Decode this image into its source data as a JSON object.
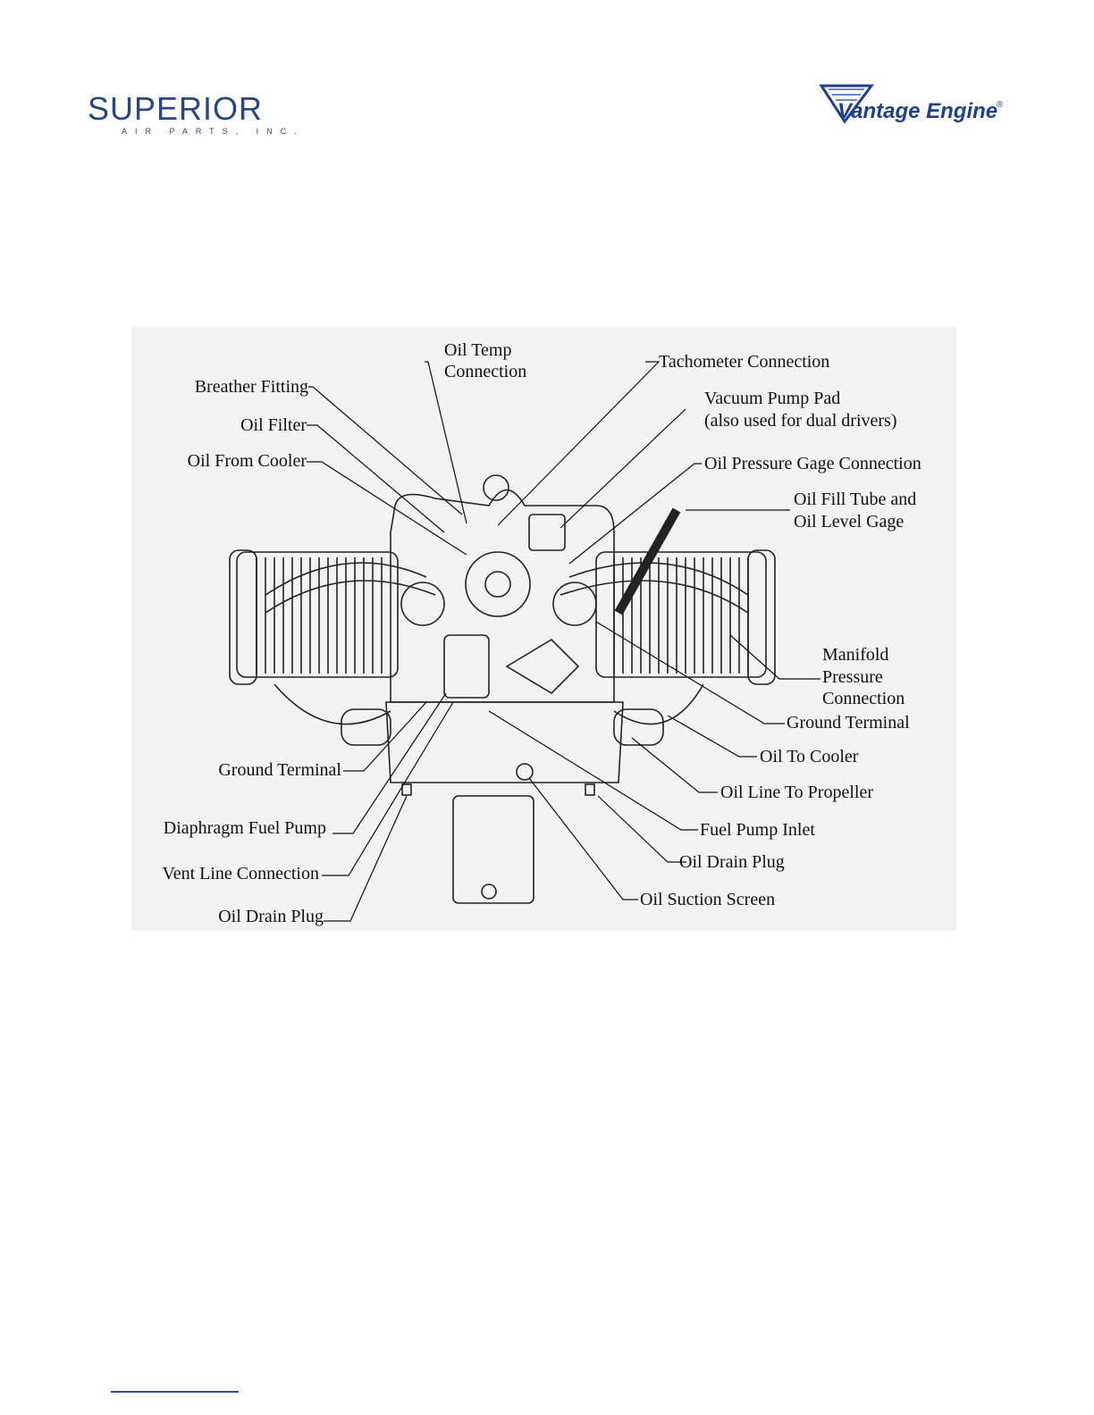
{
  "header": {
    "left_logo": {
      "wordmark": "SUPERIOR",
      "tagline": "AIR PARTS, INC.",
      "color": "#27468a"
    },
    "right_logo": {
      "wordmark": "Vantage Engine",
      "mark": "®",
      "color": "#1f3f8f"
    }
  },
  "figure": {
    "background": "#f2f2f2",
    "labels": {
      "oil_temp_1": "Oil Temp",
      "oil_temp_2": "Connection",
      "tachometer": "Tachometer Connection",
      "breather": "Breather Fitting",
      "vacuum_1": "Vacuum Pump Pad",
      "vacuum_2": "(also used for dual drivers)",
      "oil_filter": "Oil Filter",
      "oil_from_cooler": "Oil From Cooler",
      "oil_pressure": "Oil Pressure Gage Connection",
      "oil_fill_1": "Oil Fill Tube and",
      "oil_fill_2": "Oil Level Gage",
      "manifold_1": "Manifold",
      "manifold_2": "Pressure",
      "manifold_3": "Connection",
      "ground_terminal_right": "Ground Terminal",
      "oil_to_cooler": "Oil To Cooler",
      "ground_terminal_left": "Ground Terminal",
      "oil_line_propeller": "Oil Line To Propeller",
      "diaphragm_pump": "Diaphragm Fuel Pump",
      "fuel_pump_inlet": "Fuel Pump Inlet",
      "oil_drain_right": "Oil Drain Plug",
      "vent_line": "Vent Line Connection",
      "oil_suction": "Oil Suction Screen",
      "oil_drain_left": "Oil Drain Plug"
    }
  },
  "footer": {
    "rule_color": "#2b4fa8"
  }
}
